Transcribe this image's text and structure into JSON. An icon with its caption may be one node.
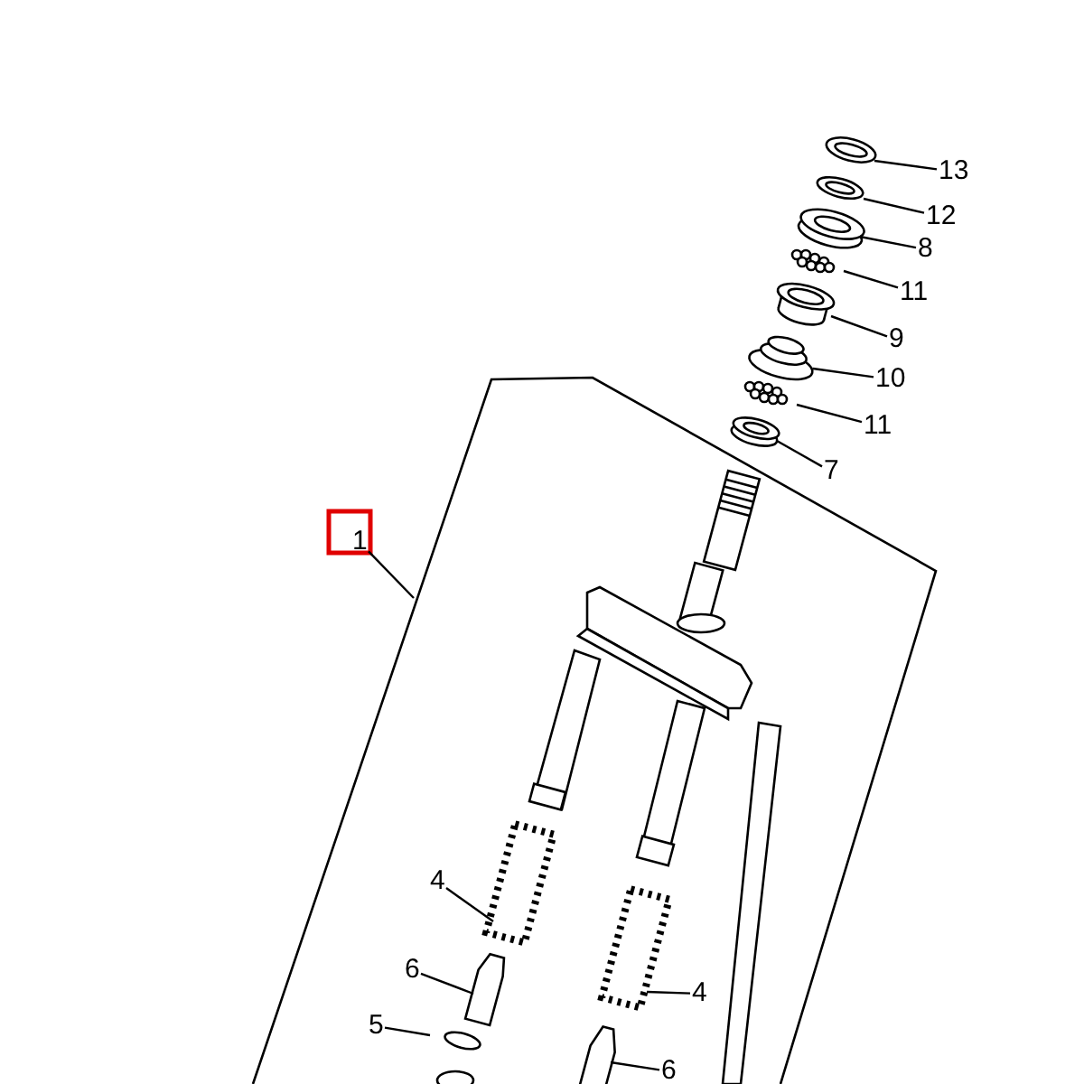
{
  "diagram": {
    "nodes": [
      {
        "text": [
          "13"
        ]
      },
      {
        "text": [
          "12"
        ]
      },
      {
        "text": [
          "8"
        ]
      },
      {
        "text": [
          "11"
        ]
      },
      {
        "text": [
          "9"
        ]
      },
      {
        "text": [
          "10"
        ]
      },
      {
        "text": [
          "11"
        ]
      },
      {
        "text": [
          "7"
        ]
      },
      {
        "text": [
          "1"
        ]
      },
      {
        "text": [
          "4"
        ]
      },
      {
        "text": [
          "6"
        ]
      },
      {
        "text": [
          "5"
        ]
      },
      {
        "text": [
          "4"
        ]
      },
      {
        "text": [
          "6"
        ]
      }
    ],
    "edges": [
      {
        "from": 0,
        "to": null,
        "arrow": "none"
      },
      {
        "from": 1,
        "to": null,
        "arrow": "none"
      },
      {
        "from": 2,
        "to": null,
        "arrow": "none"
      },
      {
        "from": 3,
        "to": null,
        "arrow": "none"
      },
      {
        "from": 4,
        "to": null,
        "arrow": "none"
      },
      {
        "from": 5,
        "to": null,
        "arrow": "none"
      },
      {
        "from": 6,
        "to": null,
        "arrow": "none"
      },
      {
        "from": 7,
        "to": null,
        "arrow": "none"
      },
      {
        "from": 8,
        "to": null,
        "arrow": "none"
      },
      {
        "from": 9,
        "to": null,
        "arrow": "none"
      },
      {
        "from": 10,
        "to": null,
        "arrow": "none"
      },
      {
        "from": 11,
        "to": null,
        "arrow": "none"
      },
      {
        "from": 12,
        "to": null,
        "arrow": "none"
      },
      {
        "from": 13,
        "to": null,
        "arrow": "none"
      }
    ]
  }
}
